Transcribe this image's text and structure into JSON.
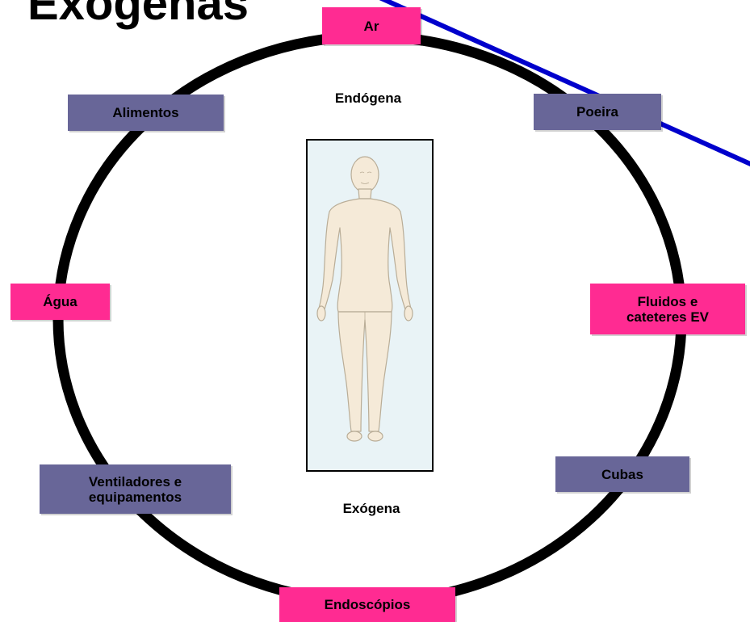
{
  "title": "Exógenas",
  "labels": {
    "endogena": "Endógena",
    "exogena": "Exógena"
  },
  "colors": {
    "pink": "#ff2b92",
    "slate": "#686698",
    "ring": "#000000",
    "pointer_line": "#0000cc",
    "skin": "#f5ead8",
    "frame_bg": "#e9f3f6"
  },
  "sources": [
    {
      "id": "ar",
      "label": "Ar",
      "color": "pink"
    },
    {
      "id": "poeira",
      "label": "Poeira",
      "color": "slate"
    },
    {
      "id": "fluidos",
      "label": "Fluidos e\ncateteres EV",
      "color": "pink"
    },
    {
      "id": "cubas",
      "label": "Cubas",
      "color": "slate"
    },
    {
      "id": "endoscopios",
      "label": "Endoscópios",
      "color": "pink"
    },
    {
      "id": "ventiladores",
      "label": "Ventiladores e\nequipamentos",
      "color": "slate"
    },
    {
      "id": "agua",
      "label": "Água",
      "color": "pink"
    },
    {
      "id": "alimentos",
      "label": "Alimentos",
      "color": "slate"
    }
  ],
  "figure": {
    "icon": "human-body-figure"
  }
}
